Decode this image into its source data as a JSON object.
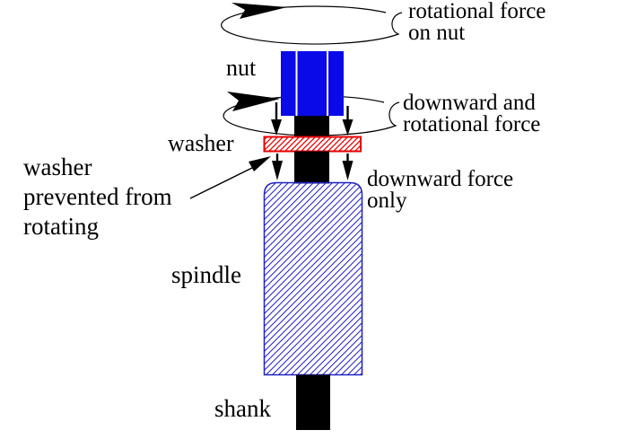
{
  "colors": {
    "blue": "#0A0AE8",
    "hatch_blue": "#2121C4",
    "red": "#E80000",
    "black": "#000000",
    "white": "#FFFFFF"
  },
  "annotations": {
    "rotational_force": {
      "line1": "rotational force",
      "line2": "on nut"
    },
    "downward_rotational": {
      "line1": "downward and",
      "line2": "rotational force"
    },
    "downward_only": {
      "line1": "downward force",
      "line2": "only"
    },
    "washer_prevented": {
      "line1": "washer",
      "line2": "prevented from",
      "line3": "rotating"
    }
  },
  "part_labels": {
    "nut": "nut",
    "washer": "washer",
    "spindle": "spindle",
    "shank": "shank"
  }
}
